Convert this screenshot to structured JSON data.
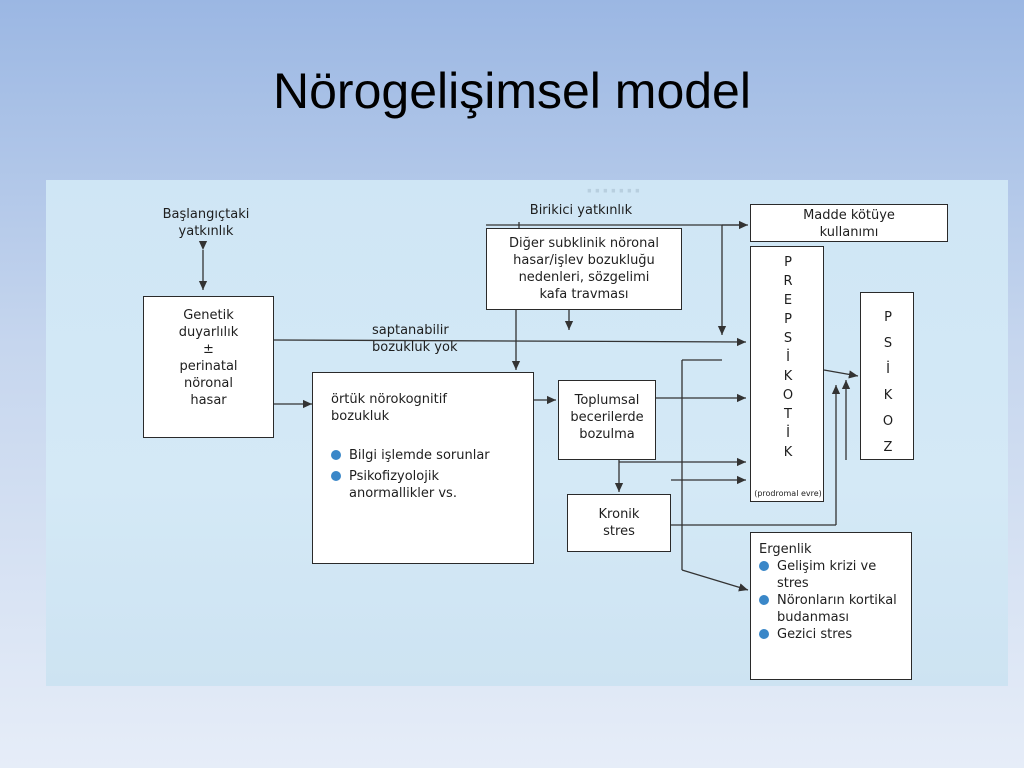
{
  "title": "Nörogelişimsel model",
  "diagram": {
    "start_label": [
      "Başlangıçtaki",
      "yatkınlık"
    ],
    "cumulative_label": "Birikici yatkınlık",
    "genetic_box": [
      "Genetik",
      "duyarlılık",
      "±",
      "perinatal",
      "nöronal",
      "hasar"
    ],
    "subclinical_box": [
      "Diğer subklinik nöronal",
      "hasar/işlev bozukluğu",
      "nedenleri, sözgelimi",
      "kafa travması"
    ],
    "substance_box": [
      "Madde kötüye",
      "kullanımı"
    ],
    "no_impairment_label": [
      "saptanabilir",
      "bozukluk yok"
    ],
    "covert_box": {
      "lines": [
        "örtük nörokognitif",
        "bozukluk"
      ],
      "bullets": [
        "Bilgi işlemde sorunlar",
        "Psikofizyolojik anormallikler vs."
      ]
    },
    "social_box": [
      "Toplumsal",
      "becerilerde",
      "bozulma"
    ],
    "stress_box": [
      "Kronik",
      "stres"
    ],
    "prepsychotic_letters": [
      "P",
      "R",
      "E",
      "P",
      "S",
      "İ",
      "K",
      "O",
      "T",
      "İ",
      "K"
    ],
    "prodromal_label": "(prodromal evre)",
    "psychosis_letters": [
      "P",
      "S",
      "İ",
      "K",
      "O",
      "Z"
    ],
    "adolescence_box": {
      "heading": "Ergenlik",
      "bullets": [
        "Gelişim krizi ve stres",
        "Nöronların kortikal budanması",
        "Gezici stres"
      ]
    }
  },
  "colors": {
    "background_top": "#9bb7e3",
    "background_bottom": "#e6edf8",
    "scan_background": "#d1e7f5",
    "box_fill": "#ffffff",
    "bullet": "#3a87c8",
    "line": "#333333"
  }
}
